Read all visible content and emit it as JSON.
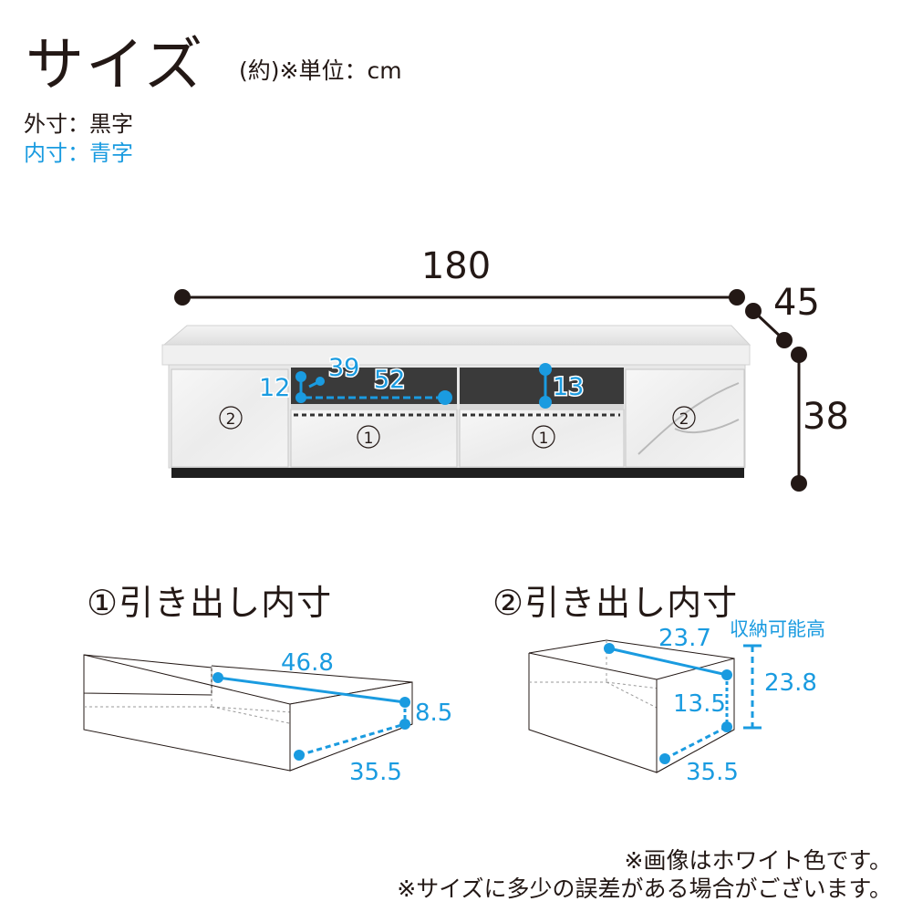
{
  "header": {
    "title": "サイズ",
    "unit_note": "(約)※単位：cm",
    "legend_outer": "外寸：黒字",
    "legend_inner": "内寸：青字"
  },
  "tv_stand": {
    "outer": {
      "width": "180",
      "depth": "45",
      "height": "38"
    },
    "inner": {
      "open_height": "12",
      "open_depth": "39",
      "open_width": "52",
      "right_open_height": "13"
    },
    "drawer_labels": [
      "②",
      "①",
      "①",
      "②"
    ]
  },
  "drawer1": {
    "heading": "①引き出し内寸",
    "width": "46.8",
    "height": "8.5",
    "depth": "35.5"
  },
  "drawer2": {
    "heading": "②引き出し内寸",
    "width": "23.7",
    "height": "13.5",
    "depth": "35.5",
    "storage_label": "収納可能高",
    "storage_height": "23.8"
  },
  "notes": {
    "color_note": "※画像はホワイト色です。",
    "error_note": "※サイズに多少の誤差がある場合がございます。"
  },
  "colors": {
    "outer_text": "#231815",
    "inner_text": "#1a9be0"
  }
}
